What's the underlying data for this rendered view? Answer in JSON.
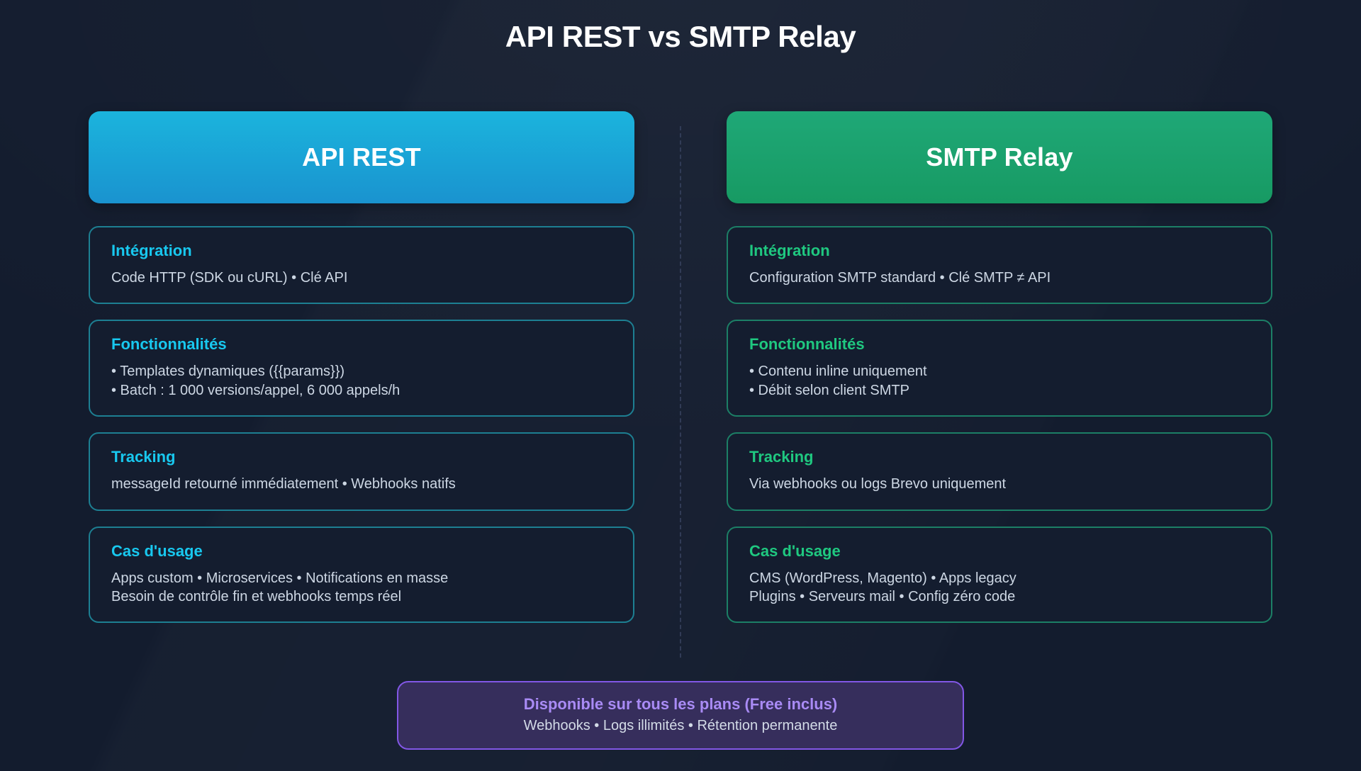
{
  "title": "API REST vs SMTP Relay",
  "columns": [
    {
      "key": "api",
      "header": "API REST",
      "accent": "#18c8ef",
      "header_gradient_from": "#1bb4dd",
      "header_gradient_to": "#1a93cf",
      "border": "#1d7f92",
      "cards": [
        {
          "title": "Intégration",
          "lines": [
            "Code HTTP (SDK ou cURL) • Clé API"
          ]
        },
        {
          "title": "Fonctionnalités",
          "lines": [
            "• Templates dynamiques ({{params}})",
            "• Batch : 1 000 versions/appel, 6 000 appels/h"
          ]
        },
        {
          "title": "Tracking",
          "lines": [
            "messageId retourné immédiatement • Webhooks natifs"
          ]
        },
        {
          "title": "Cas d'usage",
          "lines": [
            "Apps custom • Microservices • Notifications en masse",
            "Besoin de contrôle fin et webhooks temps réel"
          ]
        }
      ]
    },
    {
      "key": "smtp",
      "header": "SMTP Relay",
      "accent": "#1fc880",
      "header_gradient_from": "#1fa877",
      "header_gradient_to": "#179a63",
      "border": "#1c7f66",
      "cards": [
        {
          "title": "Intégration",
          "lines": [
            "Configuration SMTP standard • Clé SMTP ≠ API"
          ]
        },
        {
          "title": "Fonctionnalités",
          "lines": [
            "• Contenu inline uniquement",
            "• Débit selon client SMTP"
          ]
        },
        {
          "title": "Tracking",
          "lines": [
            "Via webhooks ou logs Brevo uniquement"
          ]
        },
        {
          "title": "Cas d'usage",
          "lines": [
            "CMS (WordPress, Magento) • Apps legacy",
            "Plugins • Serveurs mail • Config zéro code"
          ]
        }
      ]
    }
  ],
  "footer": {
    "title": "Disponible sur tous les plans (Free inclus)",
    "subtitle": "Webhooks • Logs illimités • Rétention permanente",
    "accent": "#a98bf5",
    "border": "#8257e6",
    "background": "#362e5c"
  }
}
